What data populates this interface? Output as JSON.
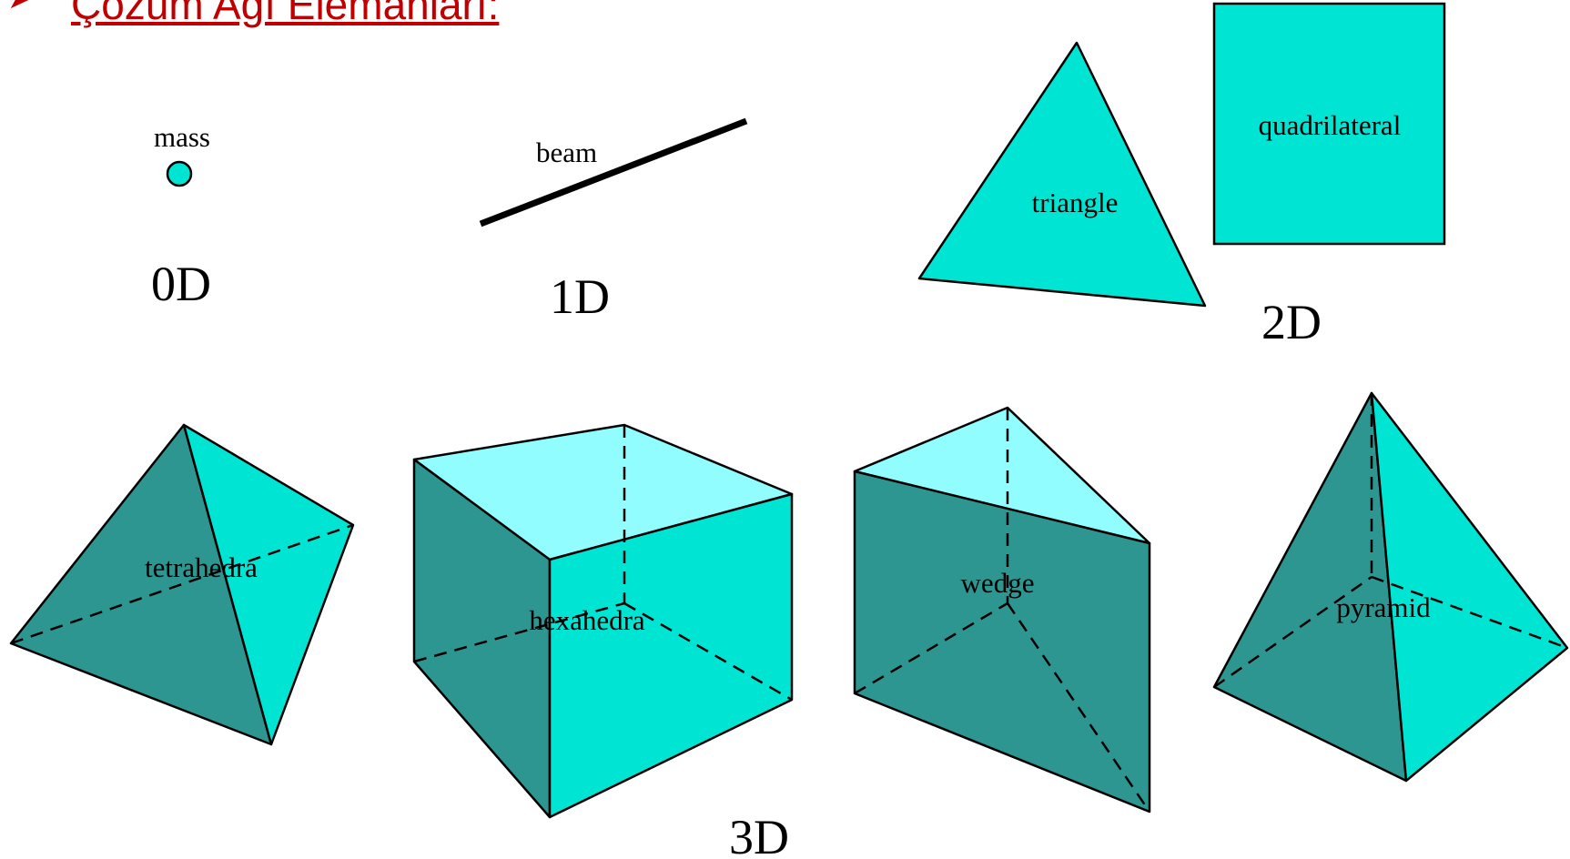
{
  "heading": {
    "bullet_icon": "arrow-bullet-icon",
    "text": "Çözüm Ağı Elemanları:"
  },
  "colors": {
    "face_light": "#00e5d3",
    "face_dark": "#2e9690",
    "face_top": "#91fdff",
    "stroke": "#000000",
    "heading": "#c00000"
  },
  "elements": {
    "mass": "mass",
    "beam": "beam",
    "triangle": "triangle",
    "quadrilateral": "quadrilateral",
    "tetrahedra": "tetrahedra",
    "hexahedra": "hexahedra",
    "wedge": "wedge",
    "pyramid": "pyramid"
  },
  "dimensions": {
    "d0": "0D",
    "d1": "1D",
    "d2": "2D",
    "d3": "3D"
  }
}
